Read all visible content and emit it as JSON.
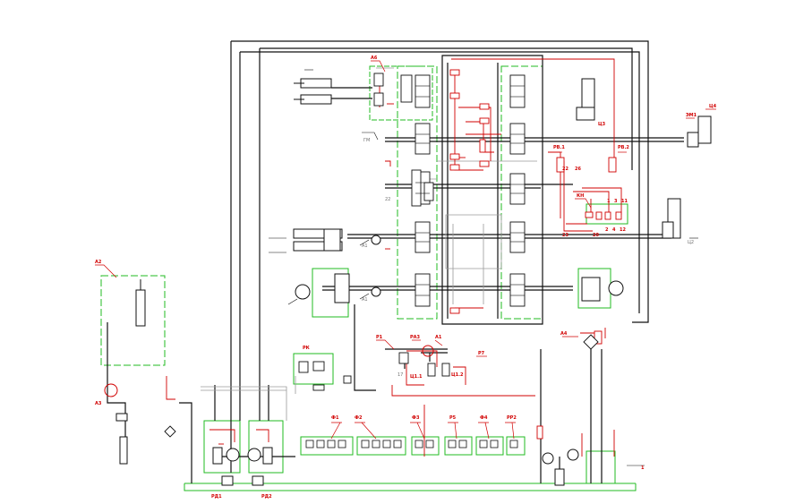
{
  "colors": {
    "line": "#111111",
    "pilot_line": "#d10000",
    "frame": "#22bb22",
    "drain_line": "#9a9a9a"
  },
  "labels": {
    "A6": "А6",
    "A2": "А2",
    "A3": "А3",
    "A4": "А4",
    "A1_top": "А1",
    "A1_mid": "А1",
    "A1_red": "А1",
    "P1": "Р1",
    "P7": "Р7",
    "PA3": "РА3",
    "RB1": "РВ.1",
    "RB2": "РВ.2",
    "KN": "КН",
    "EM1": "ЭМ1",
    "C3": "Ц3",
    "C4": "Ц4",
    "C2": "Ц2",
    "C1_1": "Ц1.1",
    "C1_2": "Ц1.2",
    "GM": "ГМ",
    "PD1": "РД1",
    "PD2": "РД2",
    "F1": "Ф1",
    "F2": "Ф2",
    "F3": "Ф3",
    "F4": "Ф4",
    "P5": "Р5",
    "RK": "РК",
    "PR2": "РР2",
    "num_17": "17",
    "num_22": "22",
    "num_23": "23",
    "num_20": "20",
    "num_2": "2",
    "num_4": "4",
    "num_12": "12",
    "num_1": "1",
    "num_3": "3",
    "num_11": "11",
    "num_26": "26",
    "num_22b": "22",
    "side_1": "1"
  }
}
